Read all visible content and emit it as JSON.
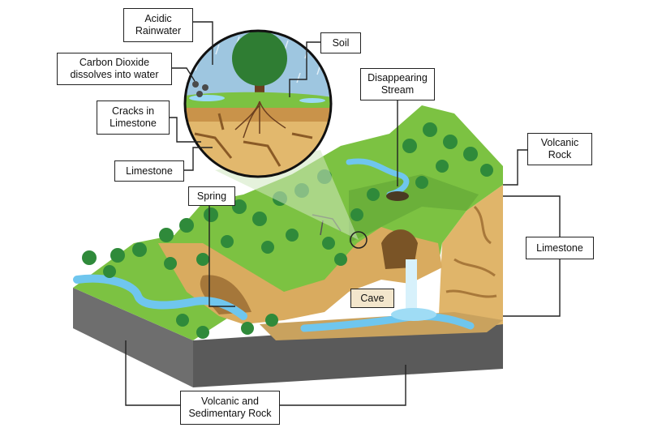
{
  "labels": {
    "acidic_rainwater": [
      "Acidic",
      "Rainwater"
    ],
    "carbon_dioxide": [
      "Carbon Dioxide",
      "dissolves into water"
    ],
    "cracks_in_limestone": [
      "Cracks in",
      "Limestone"
    ],
    "limestone_inset": "Limestone",
    "soil": "Soil",
    "disappearing_stream": [
      "Disappearing",
      "Stream"
    ],
    "volcanic_rock": [
      "Volcanic",
      "Rock"
    ],
    "spring": "Spring",
    "limestone_right": "Limestone",
    "cave": "Cave",
    "volcanic_sedimentary": [
      "Volcanic and",
      "Sedimentary Rock"
    ]
  },
  "colors": {
    "grass": "#7cc242",
    "grass_dark": "#5fa832",
    "limestone": "#e2b86d",
    "limestone_shadow": "#b98a45",
    "bedrock_top": "#8c8c8c",
    "bedrock_side": "#6b6b6b",
    "water": "#6fc6ee",
    "tree": "#2f8a3a",
    "trunk": "#6b3f1f",
    "sky": "#9ec6e0"
  }
}
